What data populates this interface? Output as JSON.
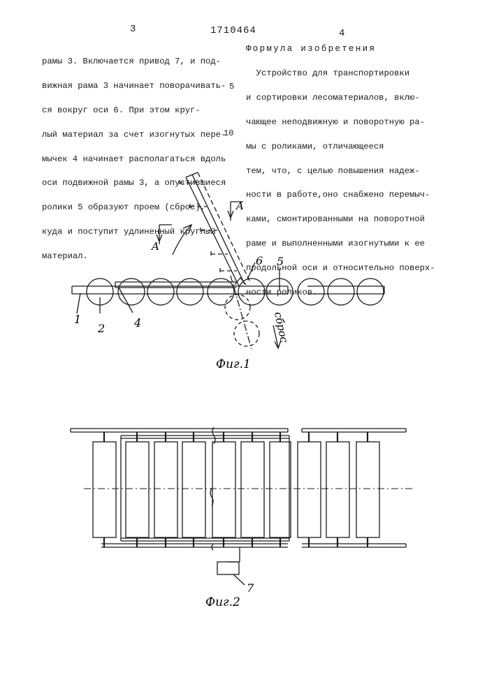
{
  "header": {
    "page_left": "3",
    "doc_number": "1710464",
    "page_right": "4"
  },
  "left_column": [
    "рамы 3. Включается привод 7, и под-",
    "вижная рама 3 начинает поворачивать-",
    "ся вокруг оси 6. При этом круг-",
    "лый материал за счет изогнутых пере-",
    "мычек 4 начинает располагаться вдоль",
    "оси подвижной рамы 3, а опустившиеся",
    "ролики 5 образуют проем (сброс),",
    "куда и поступит удлиненный круглый",
    "материал."
  ],
  "right_column": {
    "heading": "Формула изобретения",
    "lines": [
      "  Устройство для транспортировки",
      "и сортировки лесоматериалов, вклю-",
      "чающее неподвижную и поворотную ра-",
      "мы с роликами, отличающееся",
      "тем, что, с целью повышения надеж-",
      "ности в работе,оно снабжено перемыч-",
      "ками, смонтированными на поворотной",
      "раме и выполненными изогнутыми к ее",
      "продольной оси и относительно поверх-",
      "ности роликов."
    ]
  },
  "line_numbers": [
    "5",
    "10"
  ],
  "figure1": {
    "caption": "Фиг.1",
    "labels": {
      "n1": "1",
      "n2": "2",
      "n4": "4",
      "n5": "5",
      "n6": "6",
      "section_a1": "A",
      "section_a2": "A",
      "discharge": "сброс"
    }
  },
  "figure2": {
    "caption": "Фиг.2",
    "labels": {
      "n7": "7"
    }
  }
}
